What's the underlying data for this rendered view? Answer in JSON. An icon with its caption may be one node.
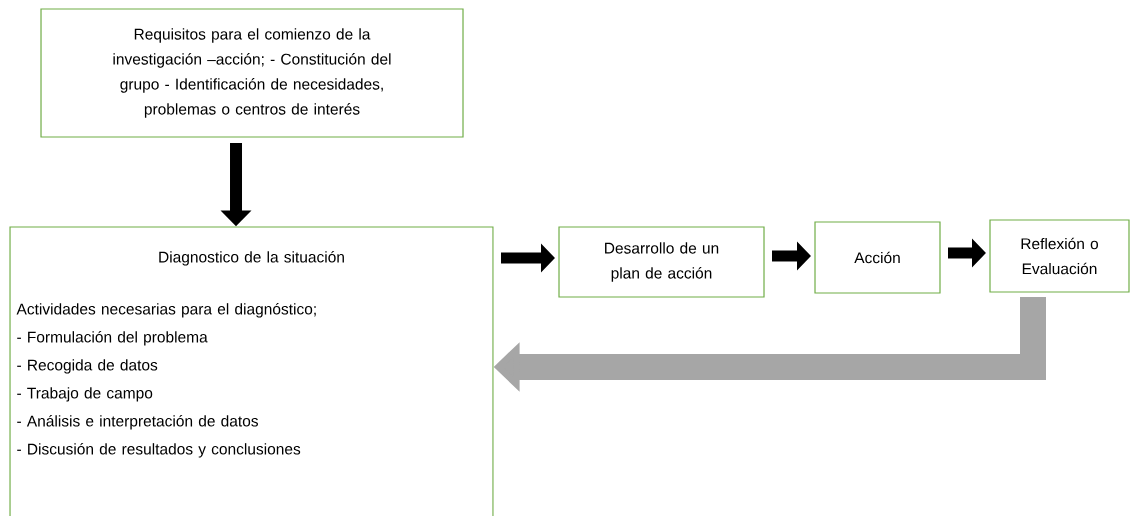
{
  "diagram": {
    "nodes": [
      {
        "text": [
          "Requisitos para el comienzo de la investigación –acción; - Constitución del grupo - Identificación de necesidades, problemas o centros de interés"
        ]
      },
      {
        "text": [
          "Diagnostico de la situación",
          "Actividades necesarias para el diagnóstico;",
          "- Formulación del problema",
          "- Recogida de datos",
          "- Trabajo de campo",
          "- Análisis e interpretación de datos",
          "- Discusión de resultados y conclusiones"
        ]
      },
      {
        "text": [
          "Desarrollo de un plan de acción"
        ]
      },
      {
        "text": [
          "Acción"
        ]
      },
      {
        "text": [
          "Reflexión o Evaluación"
        ]
      }
    ],
    "edges": [
      {
        "from": 0,
        "to": 1,
        "arrow": "to"
      },
      {
        "from": 1,
        "to": 2,
        "arrow": "to"
      },
      {
        "from": 2,
        "to": 3,
        "arrow": "to"
      },
      {
        "from": 3,
        "to": 4,
        "arrow": "to"
      },
      {
        "from": 4,
        "to": 1,
        "arrow": "to",
        "style": "thick",
        "color": "#a6a6a6"
      }
    ]
  }
}
